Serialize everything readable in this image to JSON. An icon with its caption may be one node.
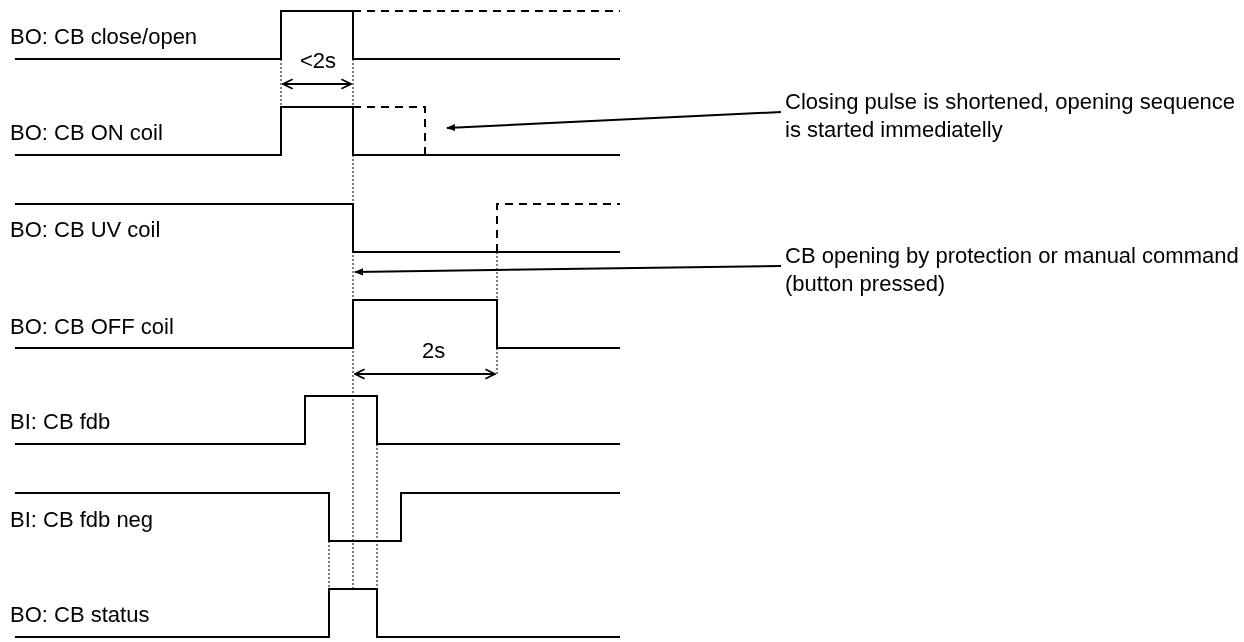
{
  "diagram": {
    "nodes": [
      {
        "text": [
          "Closing pulse is shortened, opening sequence is started immediatelly"
        ]
      },
      {
        "text": [
          "CB opening by protection or manual command (button pressed)"
        ]
      }
    ],
    "edges": [
      {
        "from": 0,
        "to": null,
        "arrow": "to"
      },
      {
        "from": 1,
        "to": null,
        "arrow": "to"
      }
    ],
    "labels": [
      "BO: CB close/open",
      "<2s",
      "BO: CB ON coil",
      "BO: CB UV coil",
      "BO: CB OFF coil",
      "2s",
      "BI: CB fdb",
      "BI: CB fdb neg",
      "BO: CB status"
    ]
  }
}
